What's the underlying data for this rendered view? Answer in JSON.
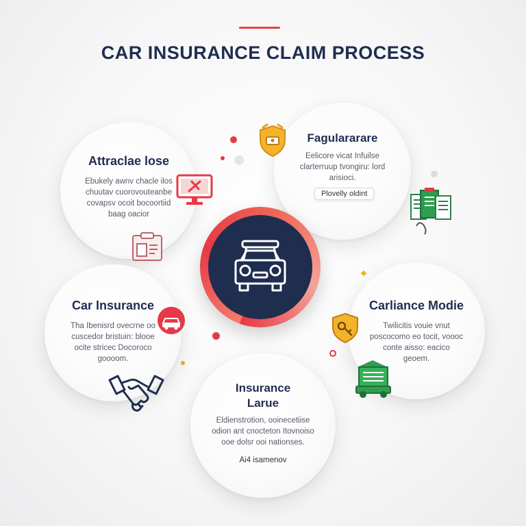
{
  "title": "CAR INSURANCE CLAIM PROCESS",
  "steps": [
    {
      "title": "Attraclae lose",
      "description_lines": [
        "Ebukely awnv chacle ilos",
        "chuutav cuorovouteanbe",
        "covapsv ocoit bocoortiid",
        "baag oacior"
      ]
    },
    {
      "title": "Fagulararare",
      "description_lines": [
        "Eelicore vicat Infuilse",
        "clarterruup tvongiru: lord",
        "arisioci."
      ],
      "button_label": "Plovelly oldint"
    },
    {
      "title": "Car Insurance",
      "description_lines": [
        "Tha Ibenisrd ovecrne oo",
        "cuscedor bristuin: blooe",
        "ocite stricec Docoroco",
        "goooom."
      ]
    },
    {
      "title": "Carliance Modie",
      "description_lines": [
        "Twilicitis vouie vnut",
        "poscocomo eo tocit, voooc",
        "conte aisso: eacico",
        "geoem."
      ]
    },
    {
      "title_lines": [
        "Insurance",
        "Larue"
      ],
      "description_lines": [
        "Eldienstrotion, ooinecetiise",
        "odion ant cnocteton Itovnoiso",
        "ooe dolsr ooi nationses."
      ],
      "note": "Ai4 isamenov"
    }
  ],
  "colors": {
    "navy": "#1f2d4f",
    "red": "#e63946",
    "accent": "#e2453f",
    "green": "#2e9e4f",
    "gold": "#e5a31b"
  },
  "icons": [
    "monitor-icon",
    "shield-icon",
    "clipboard-icon",
    "documents-icon",
    "car-icon",
    "car-badge-icon",
    "shield-key-icon",
    "handshake-icon",
    "tow-truck-icon"
  ]
}
